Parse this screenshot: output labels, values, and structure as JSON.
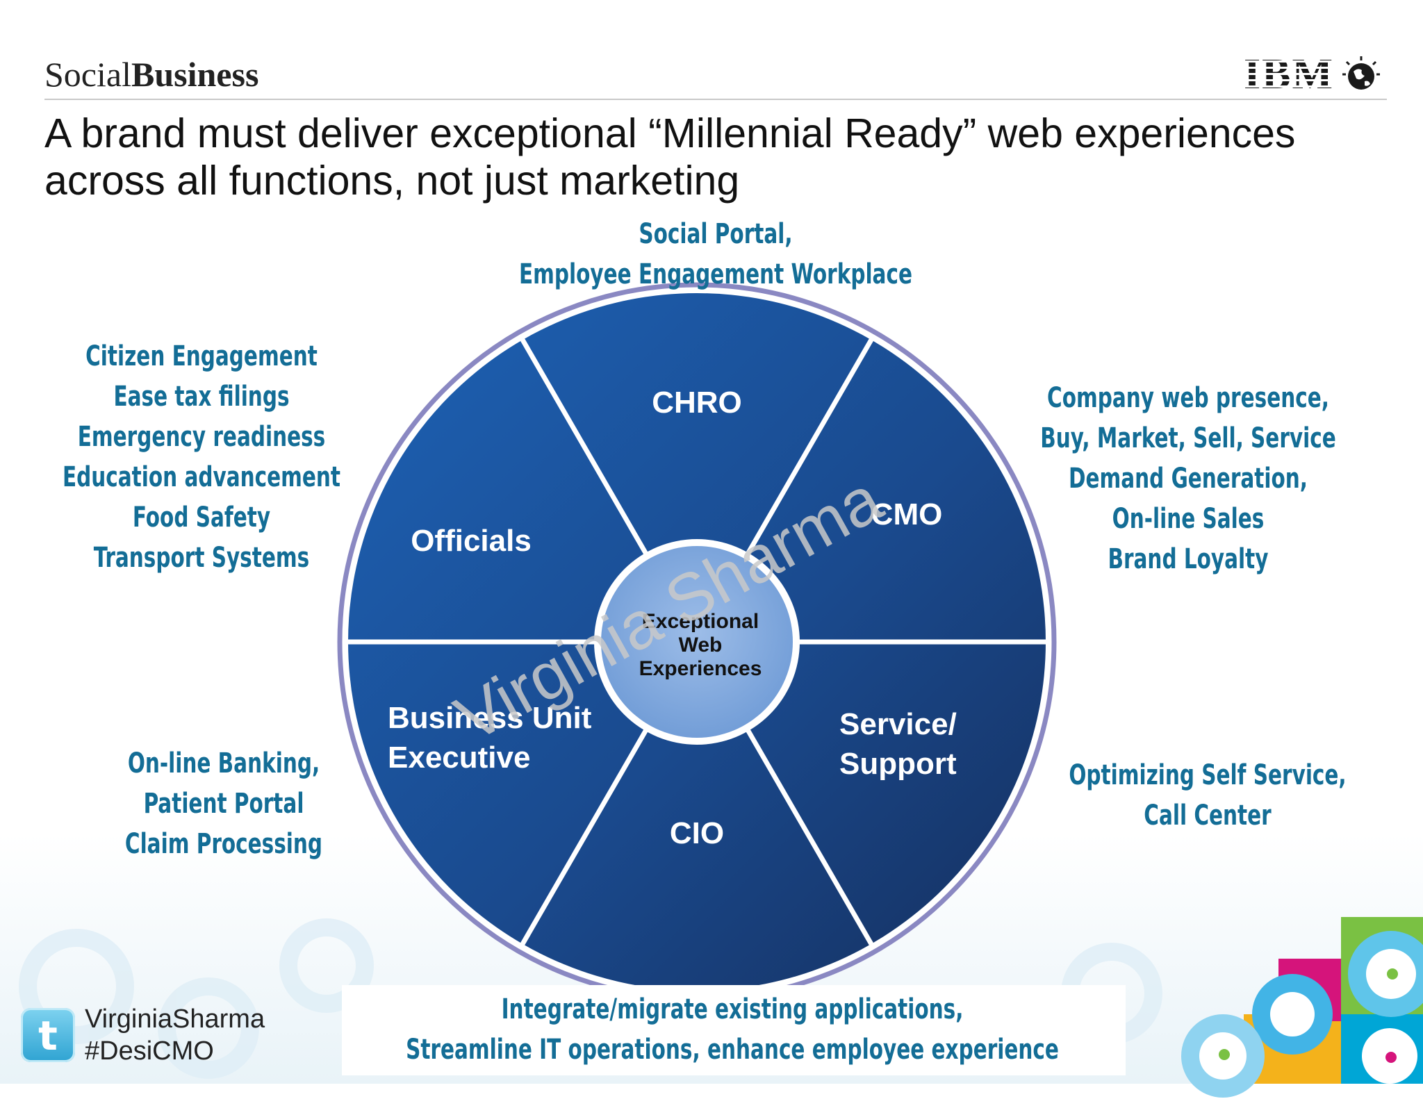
{
  "header": {
    "brand_light": "Social",
    "brand_bold": "Business",
    "logo_text": "IBM",
    "logo_icon": "globe-icon"
  },
  "headline": {
    "line1": "A brand must deliver exceptional “Millennial Ready” web experiences",
    "line2": "across all functions, not just marketing"
  },
  "wheel": {
    "center_lines": [
      "Exceptional",
      "Web",
      "Experiences"
    ],
    "segments": {
      "top": "CHRO",
      "top_right": "CMO",
      "bottom_right": [
        "Service/",
        "Support"
      ],
      "bottom": "CIO",
      "bottom_left": [
        "Business Unit",
        "Executive"
      ],
      "top_left": "Officials"
    },
    "watermark": "Virginia Sharma"
  },
  "callouts": {
    "top": [
      "Social Portal,",
      "Employee Engagement Workplace"
    ],
    "left_top": [
      "Citizen Engagement",
      "Ease tax filings",
      "Emergency readiness",
      "Education advancement",
      "Food Safety",
      "Transport Systems"
    ],
    "right_top": [
      "Company web presence,",
      "Buy, Market, Sell, Service",
      "Demand Generation,",
      "On-line Sales",
      "Brand Loyalty"
    ],
    "left_bottom": [
      "On-line Banking,",
      "Patient Portal",
      "Claim Processing"
    ],
    "right_bottom": [
      "Optimizing Self Service,",
      "Call Center"
    ],
    "bottom": [
      "Integrate/migrate existing applications,",
      "Streamline IT operations, enhance employee experience"
    ]
  },
  "footer": {
    "twitter_icon": "twitter-bird-icon",
    "handle": "VirginiaSharma",
    "hashtag": "#DesiCMO"
  },
  "colors": {
    "callout_text": "#136d96",
    "wheel_dark": "#17386e",
    "wheel_light": "#1f5fb0",
    "center_fill": "#7fa8dc",
    "ring": "#8a88c2"
  }
}
